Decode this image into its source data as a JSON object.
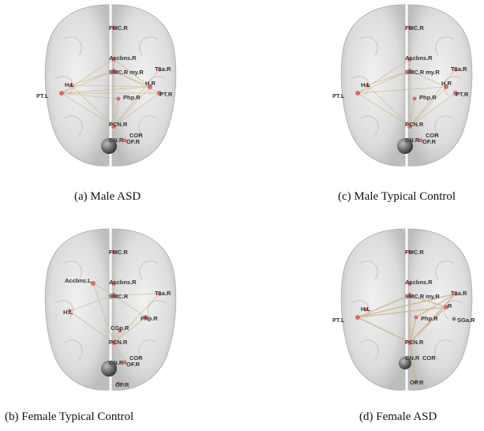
{
  "panels": [
    {
      "id": "a",
      "caption": "(a) Male ASD",
      "labels": [
        "FMC.R",
        "Accbns.R",
        "T1a.R",
        "SMC.R",
        "my.R",
        "H.R",
        "H.L",
        "PT.L",
        "Php.R",
        "PT.R",
        "PCN.R",
        "CN.R",
        "OF.R",
        "COR"
      ]
    },
    {
      "id": "c",
      "caption": "(c) Male Typical Control",
      "labels": [
        "FMC.R",
        "Accbns.R",
        "T1a.R",
        "SMC.R",
        "my.R",
        "H.R",
        "H.L",
        "PT.L",
        "Php.R",
        "PT.R",
        "PCN.R",
        "CN.R",
        "OF.R",
        "COR"
      ]
    },
    {
      "id": "b",
      "caption": "(b) Female Typical Control",
      "labels": [
        "FMC.R",
        "Accbns.L",
        "Accbns.R",
        "T1a.R",
        "SMC.R",
        "H.L",
        "Php.R",
        "CGp.R",
        "PCN.R",
        "CN.R",
        "OF.R",
        "COR",
        "OP.R"
      ]
    },
    {
      "id": "d",
      "caption": "(d) Female ASD",
      "labels": [
        "FMC.R",
        "Accbns.R",
        "T1a.R",
        "SMC.R",
        "my.R",
        "R",
        "H.L",
        "PT.L",
        "Php.R",
        "SGa.R",
        "PCN.R",
        "CN.R",
        "COR",
        "OP.R"
      ]
    }
  ]
}
